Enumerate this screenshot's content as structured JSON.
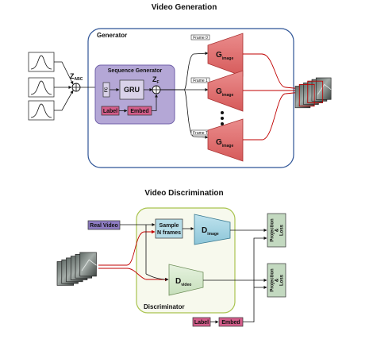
{
  "titles": {
    "generation": "Video Generation",
    "discrimination": "Video Discrimination"
  },
  "generator": {
    "label": "Generator",
    "z_abc": "Z",
    "z_abc_sub": "ABC",
    "sequence_generator": {
      "label": "Sequence Generator",
      "fc": "FC",
      "gru": "GRU",
      "z_f": "Z",
      "z_f_sub": "F",
      "label_box": "Label",
      "embed_box": "Embed"
    },
    "frames": [
      {
        "tag": "Frame 0",
        "g": "G",
        "g_sub": "image"
      },
      {
        "tag": "Frame 1",
        "g": "G",
        "g_sub": "image"
      },
      {
        "tag": "Frame T",
        "g": "G",
        "g_sub": "image"
      }
    ]
  },
  "discriminator": {
    "label": "Discriminator",
    "real_video": "Real Video",
    "sample": "Sample",
    "n_frames": "N frames",
    "d_image": "D",
    "d_image_sub": "image",
    "d_video": "D",
    "d_video_sub": "video",
    "projection_loss_top": [
      "Projection",
      "&",
      "Loss"
    ],
    "projection_loss_bottom": [
      "Projection",
      "&",
      "Loss"
    ],
    "label_box": "Label",
    "embed_box": "Embed"
  },
  "colors": {
    "generator_border": "#2f5597",
    "seq_gen_fill": "#b4a7d6",
    "gru_fill": "#d9d2e9",
    "label_fill": "#d35d8a",
    "g_image_fill": "#e06666",
    "discriminator_border": "#a9c34f",
    "discriminator_fill": "#f7f9ed",
    "real_video_fill": "#8e7cc3",
    "sample_fill": "#b6dde8",
    "d_image_fill": "#a8d8e6",
    "d_video_fill": "#d9ead3",
    "proj_fill": "#c3d9c0",
    "red_arrow": "#c00000"
  }
}
